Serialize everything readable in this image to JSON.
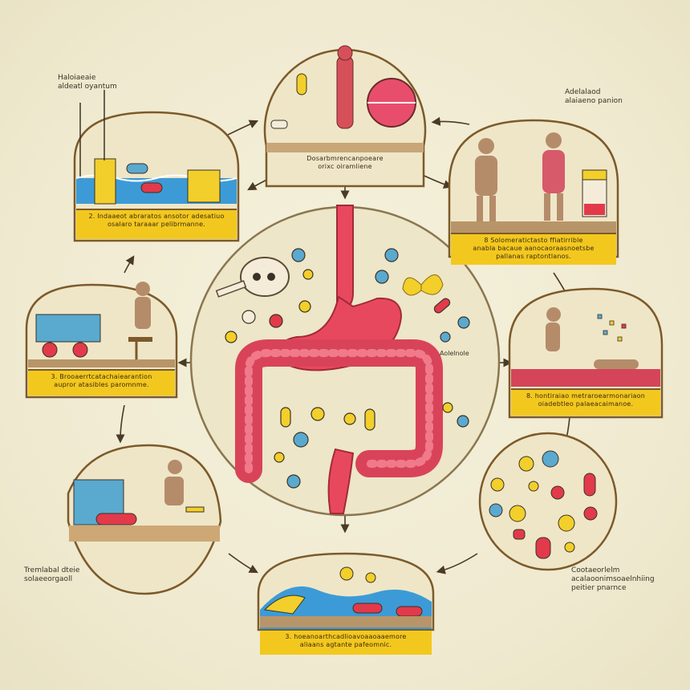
{
  "panels": {
    "top": {
      "caption": "Dosarbmrencanpoeare\norixc oiramliene"
    },
    "top_left": {
      "caption": "2. Indaaeot abraratos ansotor adesatiuo\nosalaro taraaar pelibrmanne."
    },
    "top_right": {
      "caption": "8 Solomeratictasto ffiatirrible\nanabla bacaue aanocaoraasnoetsbe\npallanas raptontlanos."
    },
    "left": {
      "caption": "3. Brooaerrtcatachaiearantion\naupror atasibles paromnme."
    },
    "right": {
      "caption": "8. hontiraiao metraroearmonariaon\noiadebtleo palaeacaimanoe."
    },
    "bottom_left": {},
    "bottom_right": {},
    "bottom": {
      "caption": "3. hoeanoarthcadlioavoaaoaaemore\naliaans agtante pafeomnic."
    }
  },
  "labels": {
    "top_left_heading": "Haloiaeaie\naldeatl oyantum",
    "top_right_heading": "Adelalaod\nalaiaeno panion",
    "bottom_left_heading": "Tremlabal dteie\nsolaeeorgaoll",
    "bottom_right_heading": "Cootaeorlelm\nacalaoonimsoaelnhiing\npeitier pnarnce",
    "center_pill_label": "Aolelnole"
  },
  "colors": {
    "background": "#f3efd9",
    "caption_band": "#f3c81e",
    "digestive_tract": "#e8485e",
    "pill_yellow": "#f2cf2a",
    "pill_blue": "#5aa9cf",
    "pill_red": "#e23a4a",
    "ground": "#b89568",
    "water": "#3c9bd6"
  },
  "icons": [
    "stomach-icon",
    "skull-icon",
    "butterfly-icon",
    "pill-icon",
    "human-figure-icon",
    "machine-icon",
    "chair-icon",
    "beaker-icon"
  ]
}
